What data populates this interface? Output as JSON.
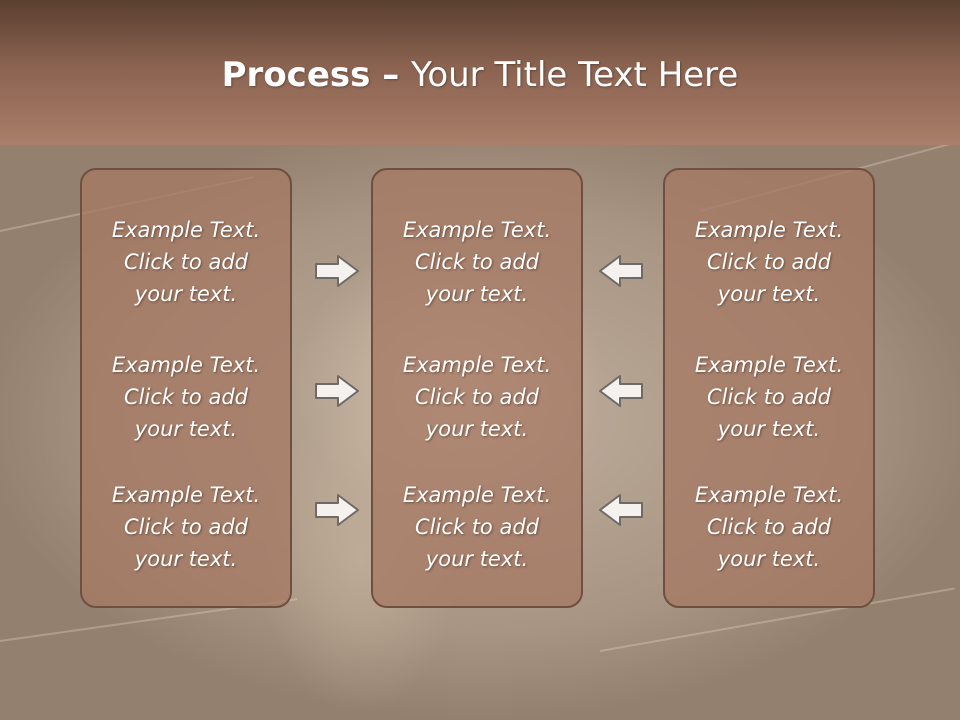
{
  "title": {
    "bold": "Process",
    "dash": " – ",
    "rest": "Your Title Text Here"
  },
  "columns": [
    {
      "blocks": [
        [
          "Example Text.",
          "Click  to add",
          "your text."
        ],
        [
          "Example Text.",
          "Click  to add",
          "your text."
        ],
        [
          "Example Text.",
          "Click  to add",
          "your text."
        ]
      ]
    },
    {
      "blocks": [
        [
          "Example Text.",
          "Click  to add",
          "your text."
        ],
        [
          "Example Text.",
          "Click  to add",
          "your text."
        ],
        [
          "Example Text.",
          "Click  to add",
          "your text."
        ]
      ]
    },
    {
      "blocks": [
        [
          "Example Text.",
          "Click  to add",
          "your text."
        ],
        [
          "Example Text.",
          "Click  to add",
          "your text."
        ],
        [
          "Example Text.",
          "Click  to add",
          "your text."
        ]
      ]
    }
  ],
  "arrows": {
    "left_group": "right-arrow-icon",
    "right_group": "left-arrow-icon"
  },
  "colors": {
    "header_top": "#5a3f30",
    "header_bottom": "#a97f69",
    "box_fill": "#a57a64",
    "box_border": "#6e4f40",
    "text": "#ffffff"
  }
}
